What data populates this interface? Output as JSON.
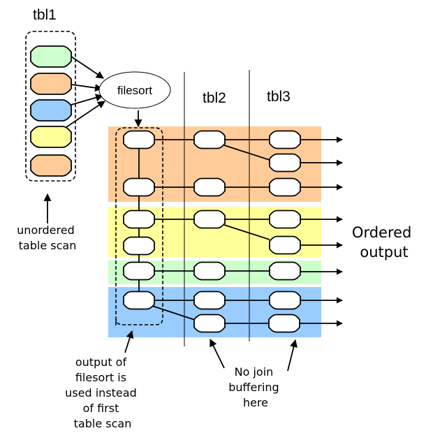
{
  "headers": {
    "tbl1": "tbl1",
    "tbl2": "tbl2",
    "tbl3": "tbl3"
  },
  "filesort_label": "filesort",
  "colors": {
    "green": "#ccffcc",
    "orange": "#ffcc99",
    "blue": "#99ccff",
    "yellow": "#ffff99",
    "node_white": "#ffffff"
  },
  "tbl1_rows": [
    "green",
    "orange",
    "blue",
    "yellow",
    "orange"
  ],
  "bands": [
    "orange",
    "yellow",
    "green",
    "blue"
  ],
  "annotations": {
    "unordered": [
      "unordered",
      "table scan"
    ],
    "filesort_output": [
      "output of",
      "filesort is",
      "used instead",
      "of first",
      "table scan"
    ],
    "no_buffering": [
      "No join",
      "buffering",
      "here"
    ],
    "ordered_output": [
      "Ordered",
      "output"
    ]
  }
}
